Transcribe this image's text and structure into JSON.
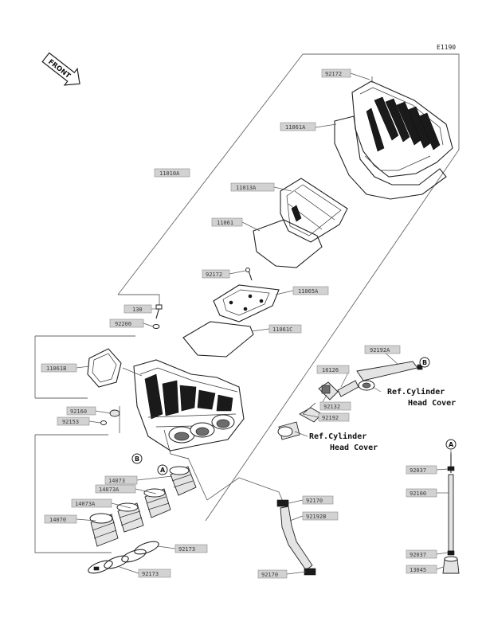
{
  "diagram_code": "E1190",
  "front_label": "FRONT",
  "labels": {
    "p92172_top": "92172",
    "p11061A": "11061A",
    "p11010A": "11010A",
    "p11013A": "11013A",
    "p11061": "11061",
    "p92172_mid": "92172",
    "p11065A": "11065A",
    "p130": "130",
    "p92200": "92200",
    "p11061C": "11061C",
    "p11061B": "11061B",
    "p92160": "92160",
    "p92153": "92153",
    "p92192A": "92192A",
    "p16126": "16126",
    "p92132": "92132",
    "p92192": "92192",
    "p14073": "14073",
    "p14073A_a": "14073A",
    "p14073A_b": "14073A",
    "p14070": "14070",
    "p92170_a": "92170",
    "p92192B": "92192B",
    "p92173_a": "92173",
    "p92173_b": "92173",
    "p92170_b": "92170",
    "p92037_a": "92037",
    "p92100": "92100",
    "p92037_b": "92037",
    "p13045": "13045"
  },
  "refs": {
    "ref1_line1": "Ref.Cylinder",
    "ref1_line2": "Head Cover",
    "ref2_line1": "Ref.Cylinder",
    "ref2_line2": "Head Cover"
  },
  "markers": {
    "a1": "A",
    "a2": "A",
    "b1": "B",
    "b2": "B"
  }
}
